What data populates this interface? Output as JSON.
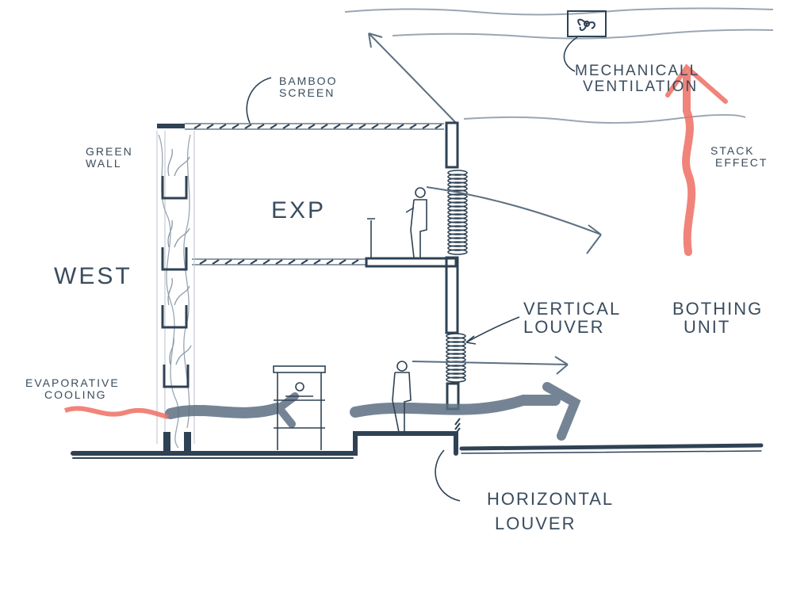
{
  "labels": {
    "bamboo_screen": [
      "BAMBOO",
      "SCREEN"
    ],
    "green_wall": [
      "GREEN",
      "WALL"
    ],
    "exp": "EXP",
    "west": "WEST",
    "evaporative_cooling": [
      "EVAPORATIVE",
      "COOLING"
    ],
    "mechanical_ventilation": [
      "MECHANICALL",
      "VENTILATION"
    ],
    "stack_effect": [
      "STACK",
      "EFFECT"
    ],
    "vertical_louver": [
      "VERTICAL",
      "LOUVER"
    ],
    "bothing_unit": [
      "BOTHING",
      "UNIT"
    ],
    "horizontal_louver": [
      "HORIZONTAL",
      "LOUVER"
    ]
  },
  "colors": {
    "ink": "#2f4254",
    "ink_light": "#8a98a6",
    "air_flow": "#5c6f82",
    "heat": "#ee6f63"
  }
}
